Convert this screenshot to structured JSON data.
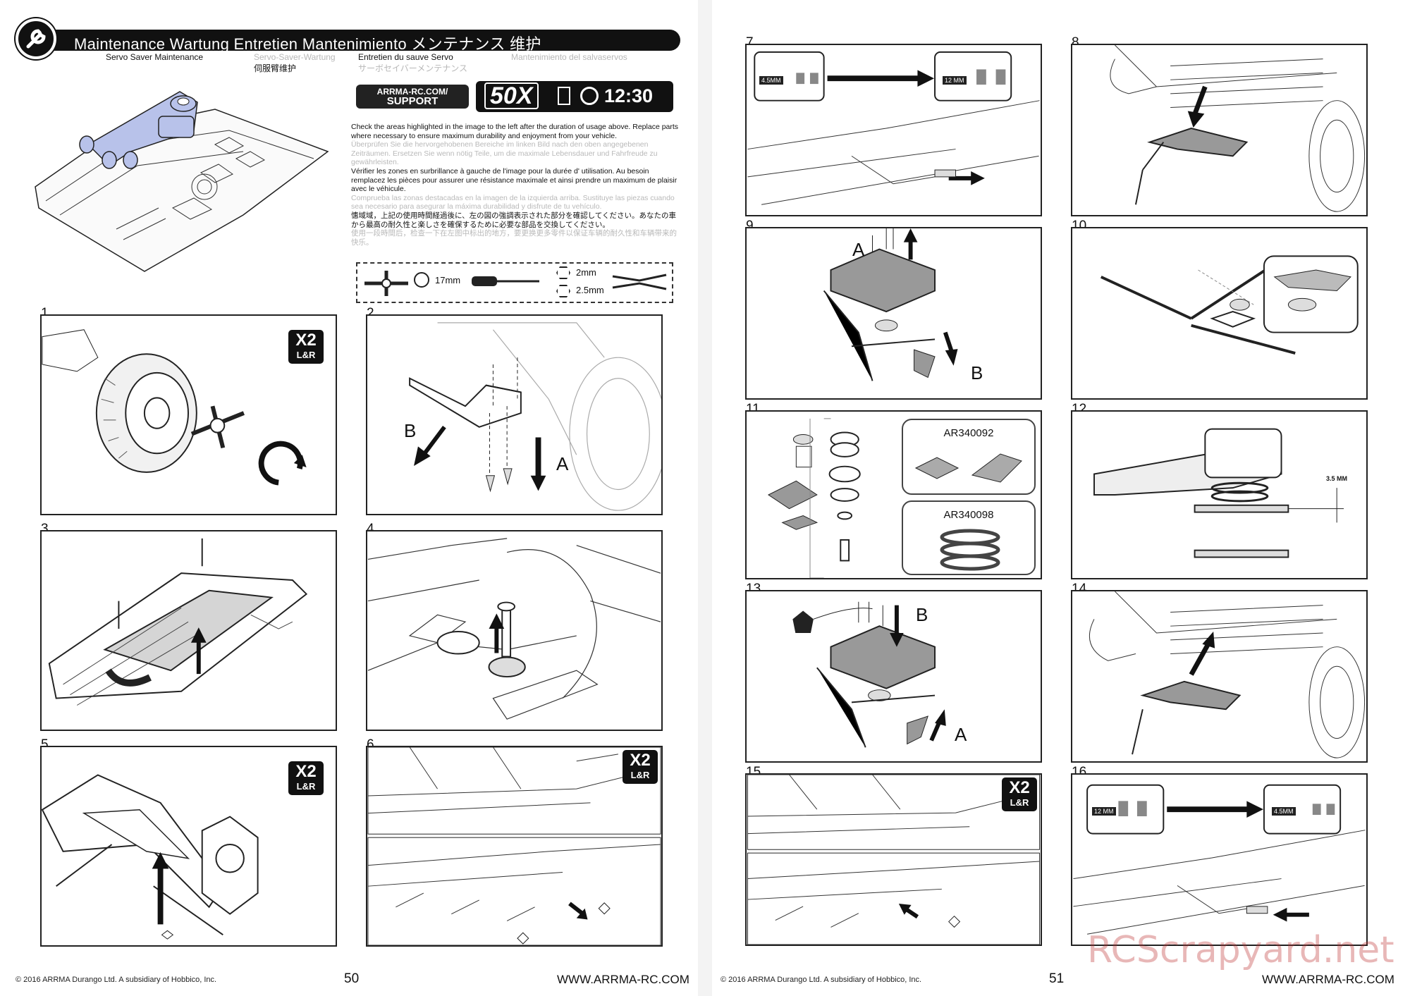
{
  "left_page": {
    "header": {
      "title": "Maintenance  Wartung   Entretien  Mantenimiento  メンテナンス  维护",
      "icon": "wrench-icon"
    },
    "subtitles": {
      "en": "Servo Saver Maintenance",
      "de": "Servo-Saver-Wartung",
      "fr": "Entretien du sauve Servo",
      "es": "Mantenimiento del salvaservos",
      "zh": "伺服臂维护",
      "ja": "サーボセイバーメンテナンス"
    },
    "support_badge": {
      "line1": "ARRMA-RC.COM/",
      "line2": "SUPPORT"
    },
    "usage_badge": {
      "count": "50X",
      "time": "12:30"
    },
    "instructions": {
      "en": "Check the areas highlighted in the image to the left after the duration of usage above. Replace parts where necessary to ensure maximum durability and enjoyment from your vehicle.",
      "de": "Überprüfen Sie die hervorgehobenen Bereiche im linken Bild nach den oben angegebenen Zeiträumen. Ersetzen Sie wenn nötig Teile, um die maximale Lebensdauer und Fahrfreude zu gewährleisten.",
      "fr": "Vérifier les zones en surbrillance à gauche de l'image pour la durée d' utilisation. Au besoin remplacez les pièces pour assurer une résistance maximale et ainsi prendre un maximum de plaisir avec le véhicule.",
      "es": "Comprueba las zonas destacadas en la imagen de la izquierda arriba. Sustituye las piezas cuando sea necesario para asegurar la máxima durabilidad y disfrute de tu vehículo.",
      "zh": "憓域域，上記の使用時間経過後に、左の図の強調表示された部分を確認してください。あなたの車から最高の耐久性と楽しさを確保するために必要な部品を交換してください。",
      "ja": "使用一段時間后，检查一下在左图中标出的地方，要更换更多零件以保证车辆的耐久性和车辆带来的快乐。"
    },
    "tools": {
      "wrench": "17mm",
      "hex1": "2mm",
      "hex2": "2.5mm"
    },
    "steps": [
      {
        "n": "1",
        "badge": "X2",
        "badge_sub": "L&R"
      },
      {
        "n": "2",
        "labels": [
          "B",
          "A"
        ]
      },
      {
        "n": "3"
      },
      {
        "n": "4"
      },
      {
        "n": "5",
        "badge": "X2",
        "badge_sub": "L&R"
      },
      {
        "n": "6",
        "badge": "X2",
        "badge_sub": "L&R"
      }
    ],
    "footer": {
      "copyright": "© 2016 ARRMA Durango Ltd. A subsidiary of Hobbico, Inc.",
      "page": "50",
      "website": "WWW.ARRMA-RC.COM"
    }
  },
  "right_page": {
    "steps": [
      {
        "n": "7",
        "dim_left": "4.5MM",
        "dim_right": "12 MM"
      },
      {
        "n": "8"
      },
      {
        "n": "9",
        "labels": [
          "A",
          "B"
        ]
      },
      {
        "n": "10"
      },
      {
        "n": "11",
        "part1": "AR340092",
        "part2": "AR340098"
      },
      {
        "n": "12",
        "dim": "3.5 MM"
      },
      {
        "n": "13",
        "labels": [
          "B",
          "A"
        ]
      },
      {
        "n": "14"
      },
      {
        "n": "15",
        "badge": "X2",
        "badge_sub": "L&R"
      },
      {
        "n": "16",
        "dim_left": "12 MM",
        "dim_right": "4.5MM"
      }
    ],
    "footer": {
      "copyright": "© 2016 ARRMA Durango Ltd. A subsidiary of Hobbico, Inc.",
      "page": "51",
      "website": "WWW.ARRMA-RC.COM"
    }
  },
  "watermark": "RCScrapyard.net",
  "colors": {
    "highlight": "#b8c2ea",
    "ink": "#111111",
    "panel_border": "#222222"
  }
}
